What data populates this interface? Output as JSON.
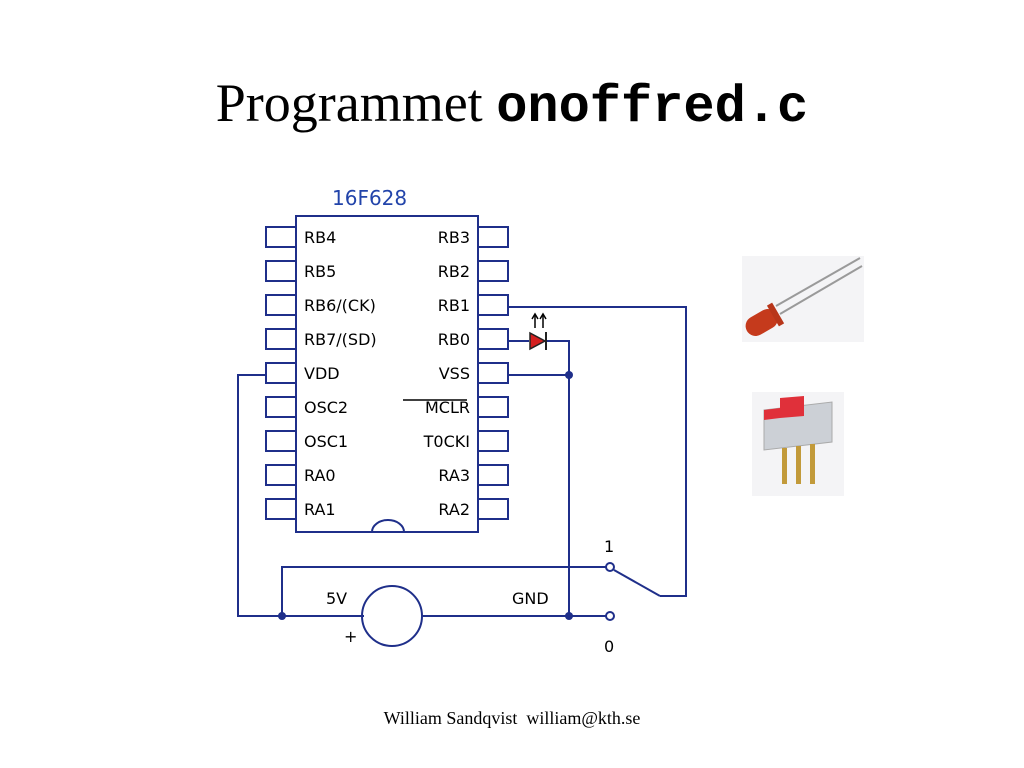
{
  "title": {
    "prefix": "Programmet",
    "filename": "onoffred.c"
  },
  "chip": {
    "name": "16F628",
    "left_pins": [
      "RB4",
      "RB5",
      "RB6/(CK)",
      "RB7/(SD)",
      "VDD",
      "OSC2",
      "OSC1",
      "RA0",
      "RA1"
    ],
    "right_pins": [
      "RB3",
      "RB2",
      "RB1",
      "RB0",
      "VSS",
      "MCLR",
      "T0CKI",
      "RA3",
      "RA2"
    ]
  },
  "circuit": {
    "supply_label": "5V",
    "supply_plus": "+",
    "gnd_label": "GND",
    "switch_pos1": "1",
    "switch_pos0": "0"
  },
  "components": {
    "led": "led-photo",
    "switch": "slide-switch-photo"
  },
  "colors": {
    "wire": "#1f2f8a",
    "chip_outline": "#1f2f8a",
    "led": "#d42020",
    "chip_title": "#2244aa"
  },
  "footer": {
    "author": "William Sandqvist",
    "email": "william@kth.se"
  }
}
